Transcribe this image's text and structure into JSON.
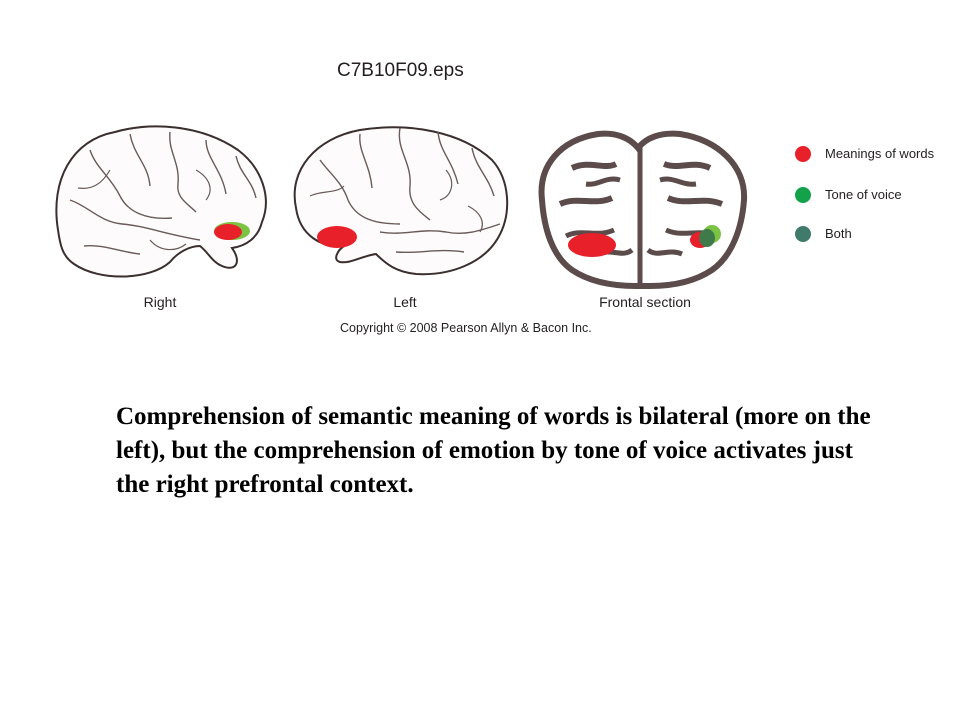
{
  "figure": {
    "file_name": "C7B10F09.eps",
    "copyright": "Copyright © 2008 Pearson Allyn & Bacon Inc.",
    "panels": [
      {
        "label": "Right"
      },
      {
        "label": "Left"
      },
      {
        "label": "Frontal section"
      }
    ]
  },
  "legend": {
    "items": [
      {
        "label": "Meanings of words",
        "color": "#e8202a"
      },
      {
        "label": "Tone of voice",
        "color": "#13a24a"
      },
      {
        "label": "Both",
        "color": "#3f7a6b"
      }
    ]
  },
  "caption": "Comprehension of semantic meaning of words is bilateral (more on the left), but the comprehension of emotion by tone of voice activates just the right prefrontal context."
}
